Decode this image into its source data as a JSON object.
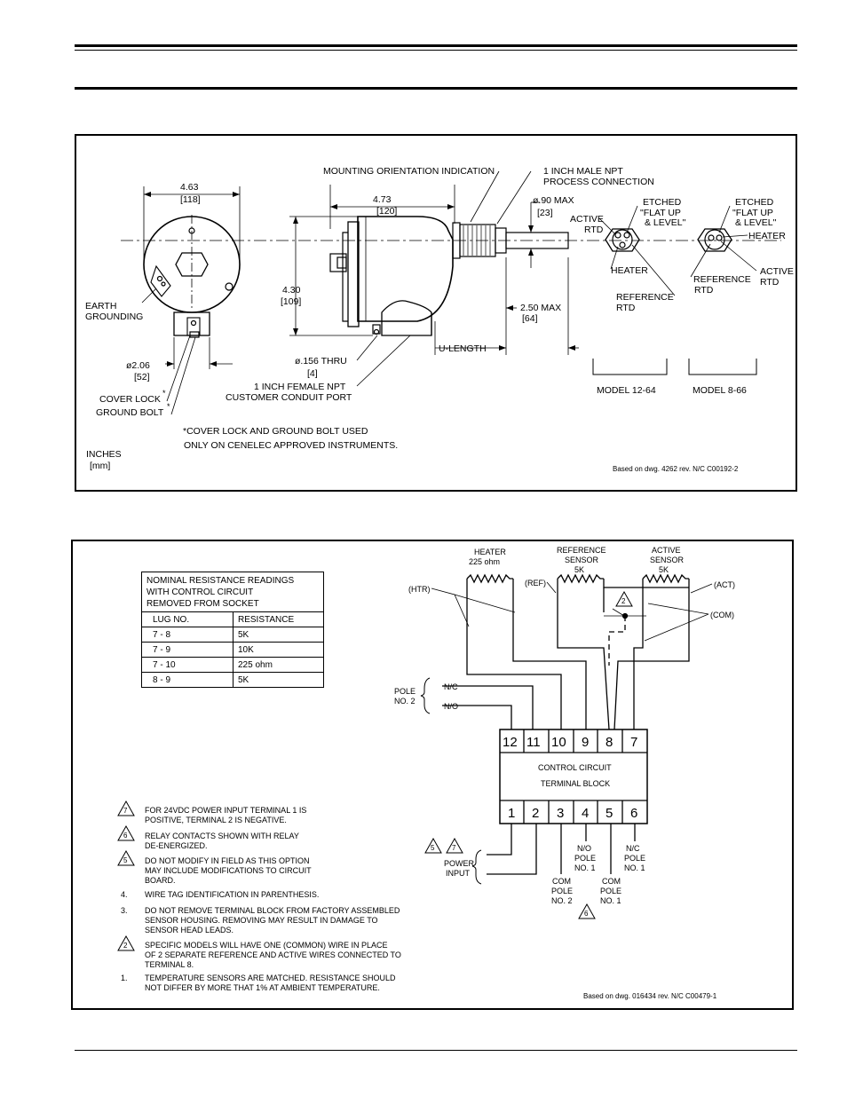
{
  "figure1": {
    "dims": {
      "width_in": "4.63",
      "width_mm": "[118]",
      "length_in": "4.73",
      "length_mm": "[120]",
      "height_in": "4.30",
      "height_mm": "[109]",
      "probe_dia": "ø.90 MAX",
      "probe_dia_mm": "[23]",
      "u_max": "2.50 MAX",
      "u_max_mm": "[64]",
      "base_dia": "ø2.06",
      "base_dia_mm": "[52]",
      "thru": "ø.156 THRU",
      "thru_mm": "[4]",
      "u_length": "U-LENGTH"
    },
    "labels": {
      "orientation": "MOUNTING ORIENTATION INDICATION",
      "npt_male_1": "1 INCH MALE NPT",
      "npt_male_2": "PROCESS CONNECTION",
      "earth_1": "EARTH",
      "earth_2": "GROUNDING",
      "cover_lock": "COVER LOCK",
      "ground_bolt": "GROUND BOLT",
      "npt_female_1": "1 INCH FEMALE NPT",
      "npt_female_2": "CUSTOMER CONDUIT PORT",
      "note_1": "*COVER LOCK AND GROUND BOLT USED",
      "note_2": "ONLY ON CENELEC APPROVED INSTRUMENTS.",
      "units_1": "INCHES",
      "units_2": "[mm]",
      "active_rtd_1": "ACTIVE",
      "active_rtd_2": "RTD",
      "etched_1": "ETCHED",
      "etched_2": "\"FLAT UP",
      "etched_3": "& LEVEL\"",
      "heater": "HEATER",
      "reference_1": "REFERENCE",
      "reference_2": "RTD",
      "model_a": "MODEL 12-64",
      "model_b": "MODEL 8-66",
      "dwg_ref": "Based on dwg. 4262 rev. N/C  C00192-2"
    }
  },
  "figure2": {
    "table": {
      "title_1": "NOMINAL RESISTANCE READINGS",
      "title_2": "WITH CONTROL CIRCUIT",
      "title_3": "REMOVED FROM SOCKET",
      "headers": [
        "LUG NO.",
        "RESISTANCE"
      ],
      "rows": [
        [
          "7 - 8",
          "5K"
        ],
        [
          "7 - 9",
          "10K"
        ],
        [
          "7 - 10",
          "225 ohm"
        ],
        [
          "8 - 9",
          "5K"
        ]
      ]
    },
    "sensors": {
      "heater_1": "HEATER",
      "heater_2": "225 ohm",
      "ref_1": "REFERENCE",
      "ref_2": "SENSOR",
      "ref_3": "5K",
      "act_1": "ACTIVE",
      "act_2": "SENSOR",
      "act_3": "5K"
    },
    "tags": {
      "htr": "(HTR)",
      "ref": "(REF)",
      "act": "(ACT)",
      "com": "(COM)"
    },
    "pole2": {
      "label_1": "POLE",
      "label_2": "NO. 2",
      "nc": "N/C",
      "no": "N/O"
    },
    "terminals_top": [
      "12",
      "11",
      "10",
      "9",
      "8",
      "7"
    ],
    "terminals_bottom": [
      "1",
      "2",
      "3",
      "4",
      "5",
      "6"
    ],
    "block_1": "CONTROL CIRCUIT",
    "block_2": "TERMINAL BLOCK",
    "power_1": "POWER",
    "power_2": "INPUT",
    "bottom_labels": {
      "com2_1": "COM",
      "com2_2": "POLE",
      "com2_3": "NO. 2",
      "no1_1": "N/O",
      "no1_2": "POLE",
      "no1_3": "NO. 1",
      "com1_1": "COM",
      "com1_2": "POLE",
      "com1_3": "NO. 1",
      "nc1_1": "N/C",
      "nc1_2": "POLE",
      "nc1_3": "NO. 1"
    },
    "notes": [
      {
        "mark": "7",
        "lines": [
          "FOR 24VDC POWER INPUT TERMINAL 1 IS",
          "POSITIVE, TERMINAL 2 IS NEGATIVE."
        ]
      },
      {
        "mark": "6",
        "lines": [
          "RELAY CONTACTS SHOWN WITH RELAY",
          "DE-ENERGIZED."
        ]
      },
      {
        "mark": "5",
        "lines": [
          "DO NOT MODIFY IN FIELD AS THIS OPTION",
          "MAY INCLUDE MODIFICATIONS TO CIRCUIT",
          "BOARD."
        ]
      },
      {
        "mark": "4.",
        "lines": [
          "WIRE TAG IDENTIFICATION IN PARENTHESIS."
        ]
      },
      {
        "mark": "3.",
        "lines": [
          "DO NOT REMOVE TERMINAL BLOCK FROM FACTORY ASSEMBLED",
          "SENSOR HOUSING. REMOVING MAY RESULT IN DAMAGE TO",
          "SENSOR HEAD LEADS."
        ]
      },
      {
        "mark": "2",
        "lines": [
          "SPECIFIC MODELS WILL HAVE ONE (COMMON) WIRE IN PLACE",
          "OF 2 SEPARATE REFERENCE AND ACTIVE WIRES CONNECTED TO",
          "TERMINAL 8."
        ]
      },
      {
        "mark": "1.",
        "lines": [
          "TEMPERATURE SENSORS ARE MATCHED. RESISTANCE SHOULD",
          "NOT DIFFER BY MORE THAT 1% AT AMBIENT TEMPERATURE."
        ]
      }
    ],
    "dwg_ref": "Based on dwg. 016434 rev. N/C  C00479-1"
  }
}
